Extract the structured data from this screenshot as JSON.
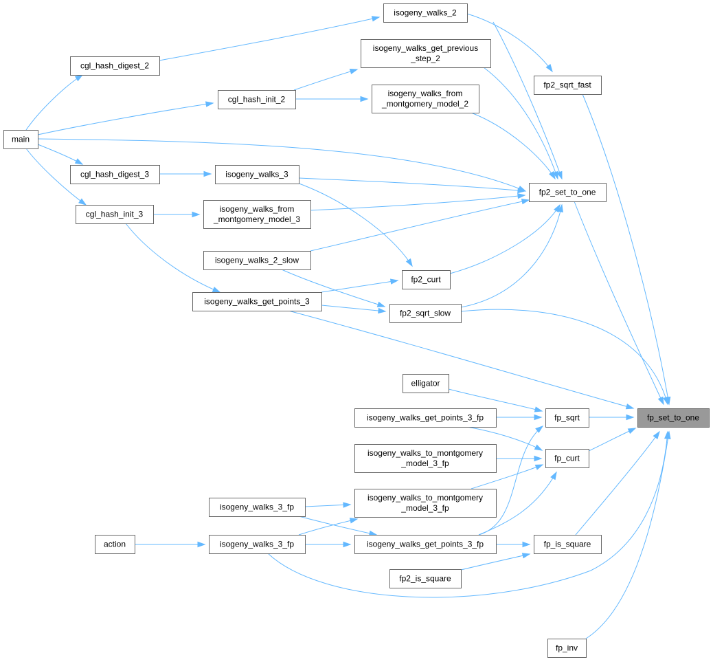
{
  "graph": {
    "root": "fp_set_to_one",
    "nodes": [
      {
        "id": "fp_set_to_one",
        "lines": [
          "fp_set_to_one"
        ]
      },
      {
        "id": "main",
        "lines": [
          "main"
        ]
      },
      {
        "id": "cgl_hash_digest_2",
        "lines": [
          "cgl_hash_digest_2"
        ]
      },
      {
        "id": "cgl_hash_init_2",
        "lines": [
          "cgl_hash_init_2"
        ]
      },
      {
        "id": "cgl_hash_digest_3",
        "lines": [
          "cgl_hash_digest_3"
        ]
      },
      {
        "id": "cgl_hash_init_3",
        "lines": [
          "cgl_hash_init_3"
        ]
      },
      {
        "id": "isogeny_walks_2",
        "lines": [
          "isogeny_walks_2"
        ]
      },
      {
        "id": "isogeny_walks_get_previous_step_2",
        "lines": [
          "isogeny_walks_get_previous",
          "_step_2"
        ]
      },
      {
        "id": "isogeny_walks_from_montgomery_model_2",
        "lines": [
          "isogeny_walks_from",
          "_montgomery_model_2"
        ]
      },
      {
        "id": "isogeny_walks_3",
        "lines": [
          "isogeny_walks_3"
        ]
      },
      {
        "id": "isogeny_walks_from_montgomery_model_3",
        "lines": [
          "isogeny_walks_from",
          "_montgomery_model_3"
        ]
      },
      {
        "id": "isogeny_walks_2_slow",
        "lines": [
          "isogeny_walks_2_slow"
        ]
      },
      {
        "id": "isogeny_walks_get_points_3",
        "lines": [
          "isogeny_walks_get_points_3"
        ]
      },
      {
        "id": "fp2_sqrt_fast",
        "lines": [
          "fp2_sqrt_fast"
        ]
      },
      {
        "id": "fp2_set_to_one",
        "lines": [
          "fp2_set_to_one"
        ]
      },
      {
        "id": "fp2_curt",
        "lines": [
          "fp2_curt"
        ]
      },
      {
        "id": "fp2_sqrt_slow",
        "lines": [
          "fp2_sqrt_slow"
        ]
      },
      {
        "id": "elligator",
        "lines": [
          "elligator"
        ]
      },
      {
        "id": "isogeny_walks_get_points_3_fp_a",
        "lines": [
          "isogeny_walks_get_points_3_fp"
        ]
      },
      {
        "id": "fp_sqrt",
        "lines": [
          "fp_sqrt"
        ]
      },
      {
        "id": "isogeny_walks_to_montgomery_model_3_fp_a",
        "lines": [
          "isogeny_walks_to_montgomery",
          "_model_3_fp"
        ]
      },
      {
        "id": "fp_curt",
        "lines": [
          "fp_curt"
        ]
      },
      {
        "id": "isogeny_walks_3_fp_a",
        "lines": [
          "isogeny_walks_3_fp"
        ]
      },
      {
        "id": "isogeny_walks_to_montgomery_model_3_fp_b",
        "lines": [
          "isogeny_walks_to_montgomery",
          "_model_3_fp"
        ]
      },
      {
        "id": "action",
        "lines": [
          "action"
        ]
      },
      {
        "id": "isogeny_walks_3_fp_b",
        "lines": [
          "isogeny_walks_3_fp"
        ]
      },
      {
        "id": "isogeny_walks_get_points_3_fp_b",
        "lines": [
          "isogeny_walks_get_points_3_fp"
        ]
      },
      {
        "id": "fp_is_square",
        "lines": [
          "fp_is_square"
        ]
      },
      {
        "id": "fp2_is_square",
        "lines": [
          "fp2_is_square"
        ]
      },
      {
        "id": "fp_inv",
        "lines": [
          "fp_inv"
        ]
      }
    ],
    "edges": [
      {
        "from": "main",
        "to": "cgl_hash_digest_2"
      },
      {
        "from": "main",
        "to": "cgl_hash_init_2"
      },
      {
        "from": "main",
        "to": "cgl_hash_digest_3"
      },
      {
        "from": "main",
        "to": "cgl_hash_init_3"
      },
      {
        "from": "main",
        "to": "fp2_set_to_one"
      },
      {
        "from": "cgl_hash_digest_2",
        "to": "isogeny_walks_2"
      },
      {
        "from": "cgl_hash_init_2",
        "to": "isogeny_walks_get_previous_step_2"
      },
      {
        "from": "cgl_hash_init_2",
        "to": "isogeny_walks_from_montgomery_model_2"
      },
      {
        "from": "cgl_hash_digest_3",
        "to": "isogeny_walks_3"
      },
      {
        "from": "cgl_hash_init_3",
        "to": "isogeny_walks_from_montgomery_model_3"
      },
      {
        "from": "cgl_hash_init_3",
        "to": "isogeny_walks_get_points_3"
      },
      {
        "from": "isogeny_walks_2",
        "to": "fp2_sqrt_fast"
      },
      {
        "from": "isogeny_walks_2",
        "to": "fp2_set_to_one"
      },
      {
        "from": "isogeny_walks_get_previous_step_2",
        "to": "fp2_set_to_one"
      },
      {
        "from": "isogeny_walks_from_montgomery_model_2",
        "to": "fp2_set_to_one"
      },
      {
        "from": "isogeny_walks_3",
        "to": "fp2_set_to_one"
      },
      {
        "from": "isogeny_walks_3",
        "to": "fp2_curt"
      },
      {
        "from": "isogeny_walks_from_montgomery_model_3",
        "to": "fp2_set_to_one"
      },
      {
        "from": "isogeny_walks_2_slow",
        "to": "fp2_set_to_one"
      },
      {
        "from": "isogeny_walks_2_slow",
        "to": "fp2_sqrt_slow"
      },
      {
        "from": "isogeny_walks_get_points_3",
        "to": "fp2_curt"
      },
      {
        "from": "isogeny_walks_get_points_3",
        "to": "fp2_sqrt_slow"
      },
      {
        "from": "isogeny_walks_get_points_3",
        "to": "fp_set_to_one"
      },
      {
        "from": "fp2_curt",
        "to": "fp2_set_to_one"
      },
      {
        "from": "fp2_sqrt_slow",
        "to": "fp2_set_to_one"
      },
      {
        "from": "fp2_sqrt_slow",
        "to": "fp_set_to_one"
      },
      {
        "from": "fp2_sqrt_fast",
        "to": "fp_set_to_one"
      },
      {
        "from": "fp2_set_to_one",
        "to": "fp_set_to_one"
      },
      {
        "from": "elligator",
        "to": "fp_sqrt"
      },
      {
        "from": "isogeny_walks_get_points_3_fp_a",
        "to": "fp_sqrt"
      },
      {
        "from": "isogeny_walks_get_points_3_fp_a",
        "to": "fp_curt"
      },
      {
        "from": "isogeny_walks_to_montgomery_model_3_fp_a",
        "to": "fp_curt"
      },
      {
        "from": "isogeny_walks_to_montgomery_model_3_fp_b",
        "to": "fp_curt"
      },
      {
        "from": "isogeny_walks_get_points_3_fp_b",
        "to": "fp_sqrt"
      },
      {
        "from": "isogeny_walks_get_points_3_fp_b",
        "to": "fp_curt"
      },
      {
        "from": "isogeny_walks_get_points_3_fp_b",
        "to": "fp_is_square"
      },
      {
        "from": "isogeny_walks_3_fp_a",
        "to": "isogeny_walks_to_montgomery_model_3_fp_b"
      },
      {
        "from": "isogeny_walks_3_fp_a",
        "to": "isogeny_walks_get_points_3_fp_b"
      },
      {
        "from": "isogeny_walks_3_fp_b",
        "to": "isogeny_walks_to_montgomery_model_3_fp_b"
      },
      {
        "from": "isogeny_walks_3_fp_b",
        "to": "isogeny_walks_get_points_3_fp_b"
      },
      {
        "from": "isogeny_walks_3_fp_b",
        "to": "fp_set_to_one"
      },
      {
        "from": "action",
        "to": "isogeny_walks_3_fp_b"
      },
      {
        "from": "fp2_is_square",
        "to": "fp_is_square"
      },
      {
        "from": "fp_sqrt",
        "to": "fp_set_to_one"
      },
      {
        "from": "fp_curt",
        "to": "fp_set_to_one"
      },
      {
        "from": "fp_is_square",
        "to": "fp_set_to_one"
      },
      {
        "from": "fp_inv",
        "to": "fp_set_to_one"
      }
    ]
  },
  "colors": {
    "edge": "#63b8ff",
    "node_border": "#666666",
    "node_fill": "#ffffff",
    "root_fill": "#999999"
  }
}
